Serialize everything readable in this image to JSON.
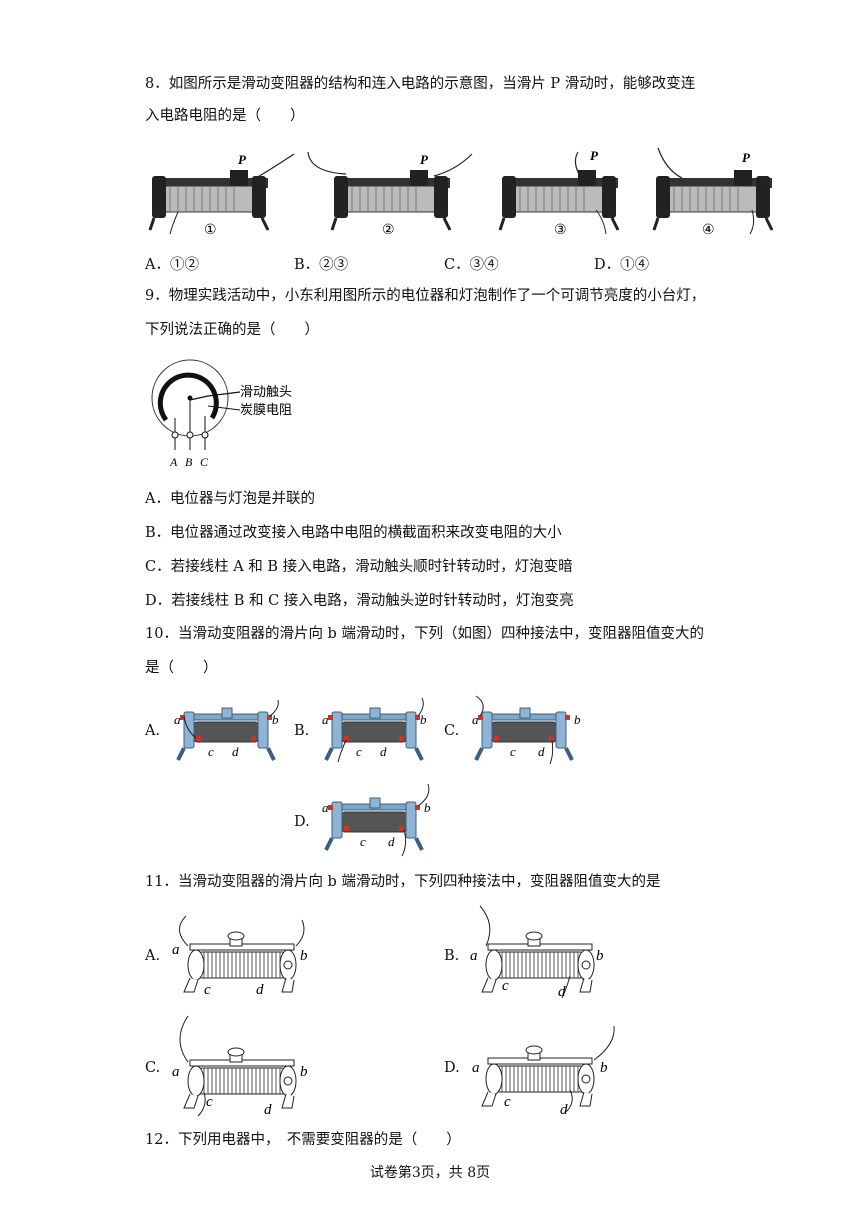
{
  "q8": {
    "line1": "8．如图所示是滑动变阻器的结构和连入电路的示意图，当滑片 P 滑动时，能够改变连",
    "line2": "入电路电阻的是（　　）",
    "fig_labels": [
      "①",
      "②",
      "③",
      "④"
    ],
    "slider_label": "P",
    "options": [
      "A．①②",
      "B．②③",
      "C．③④",
      "D．①④"
    ]
  },
  "q9": {
    "line1": "9．物理实践活动中，小东利用图所示的电位器和灯泡制作了一个可调节亮度的小台灯，",
    "line2": "下列说法正确的是（　　）",
    "fig": {
      "label_contact": "滑动触头",
      "label_film": "炭膜电阻",
      "a": "A",
      "b": "B",
      "c": "C"
    },
    "options": [
      "A．电位器与灯泡是并联的",
      "B．电位器通过改变接入电路中电阻的横截面积来改变电阻的大小",
      "C．若接线柱 A 和 B 接入电路，滑动触头顺时针转动时，灯泡变暗",
      "D．若接线柱 B 和 C 接入电路，滑动触头逆时针转动时，灯泡变亮"
    ]
  },
  "q10": {
    "line1": "10．当滑动变阻器的滑片向 b 端滑动时，下列（如图）四种接法中，变阻器阻值变大的",
    "line2": "是（　　）",
    "option_letters": [
      "A.",
      "B.",
      "C.",
      "D."
    ],
    "terminals": {
      "a": "a",
      "b": "b",
      "c": "c",
      "d": "d"
    }
  },
  "q11": {
    "line1": "11．当滑动变阻器的滑片向 b 端滑动时，下列四种接法中，变阻器阻值变大的是",
    "option_letters": [
      "A.",
      "B.",
      "C.",
      "D."
    ],
    "terminals": {
      "a": "a",
      "b": "b",
      "c": "c",
      "d": "d"
    }
  },
  "q12": {
    "line1": "12．下列用电器中，　不需要变阻器的是（　　）"
  },
  "footer": "试卷第3页，共 8页"
}
